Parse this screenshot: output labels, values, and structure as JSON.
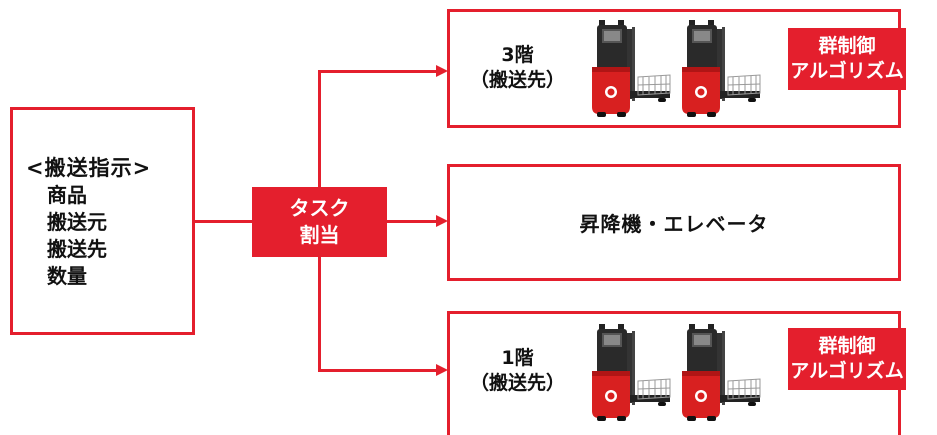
{
  "instruction": {
    "title": "<搬送指示>",
    "items": [
      "商品",
      "搬送元",
      "搬送先",
      "数量"
    ]
  },
  "task": {
    "line1": "タスク",
    "line2": "割当"
  },
  "top_branch": {
    "floor": "3階",
    "dest": "（搬送先）",
    "badge_line1": "群制御",
    "badge_line2": "アルゴリズム"
  },
  "middle_branch": {
    "label": "昇降機・エレベータ"
  },
  "bottom_branch": {
    "floor": "1階",
    "dest": "（搬送先）",
    "badge_line1": "群制御",
    "badge_line2": "アルゴリズム"
  },
  "colors": {
    "accent": "#e41f2d",
    "text": "#111111",
    "background": "#ffffff"
  },
  "icons": [
    "forklift-robot-icon"
  ]
}
